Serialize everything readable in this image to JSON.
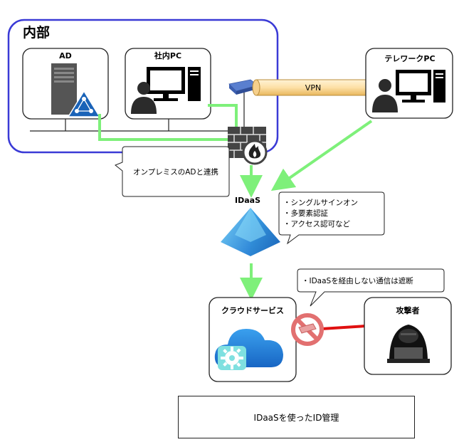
{
  "internal": {
    "title": "内部"
  },
  "ad": {
    "label": "AD"
  },
  "office_pc": {
    "label": "社内PC"
  },
  "telework_pc": {
    "label": "テレワークPC"
  },
  "vpn": {
    "label": "VPN"
  },
  "callout_onprem": {
    "text": "オンプレミスのADと連携"
  },
  "idaas": {
    "label": "IDaaS",
    "features": [
      "・シングルサインオン",
      "・多要素認証",
      "・アクセス認可など"
    ]
  },
  "callout_block": {
    "text": "・IDaaSを経由しない通信は遮断"
  },
  "cloud_service": {
    "label": "クラウドサービス"
  },
  "attacker": {
    "label": "攻撃者"
  },
  "caption": {
    "text": "IDaaSを使ったID管理"
  },
  "colors": {
    "internal_border": "#3a3ad6",
    "green_line": "#7ef07a",
    "red_line": "#e01010",
    "vpn_tube": "#fde4b0",
    "idaas_blue": "#2b8ad8",
    "cloud_blue": "#1e7fd6"
  },
  "icons": [
    "server-icon",
    "ad-triangle-icon",
    "pc-monitor-icon",
    "user-icon",
    "router-icon",
    "firewall-icon",
    "idaas-pyramid-icon",
    "cloud-gear-icon",
    "prohibited-icon",
    "hacker-icon"
  ]
}
